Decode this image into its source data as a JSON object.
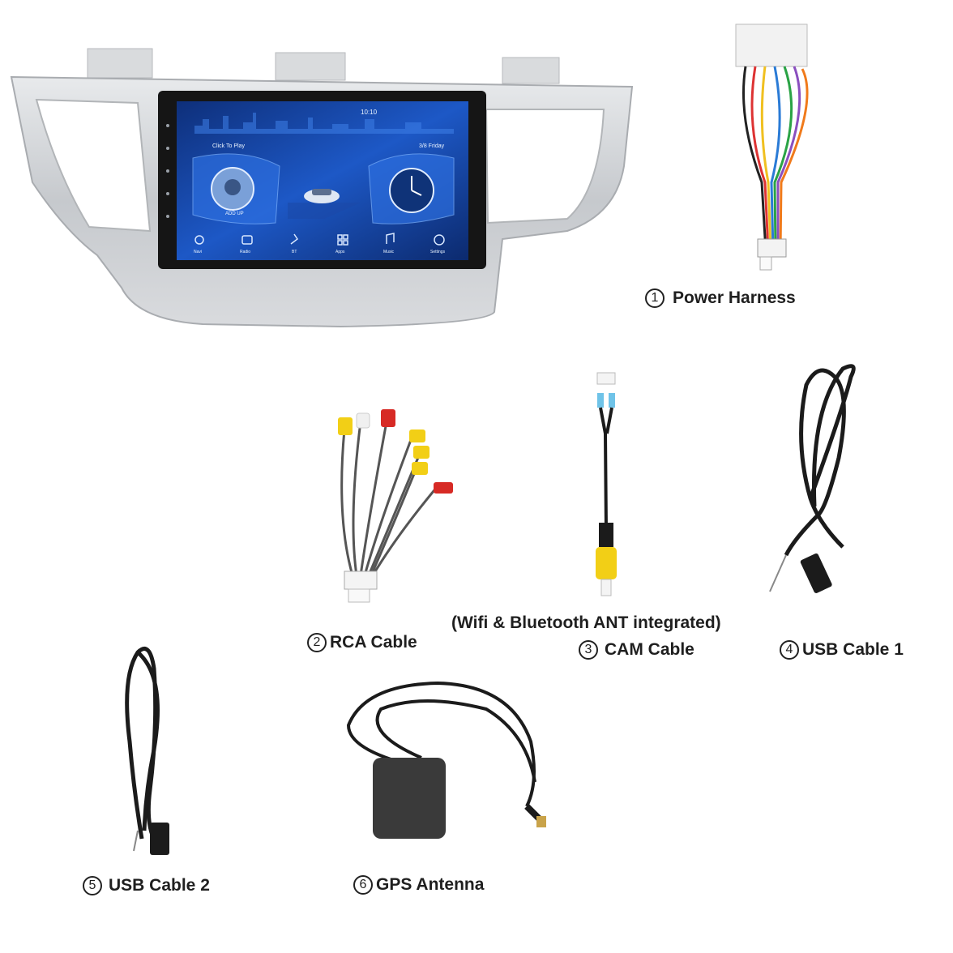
{
  "screen": {
    "time": "10:10",
    "music_title": "Click To Play",
    "date": "3/8 Friday",
    "music_sub": "ADD UP",
    "apps": [
      "Navi",
      "Radio",
      "BT",
      "Apps",
      "Music",
      "Settings"
    ]
  },
  "items": [
    {
      "num": "1",
      "label": "Power Harness"
    },
    {
      "num": "2",
      "label": "RCA Cable"
    },
    {
      "num": "3",
      "label": "CAM Cable"
    },
    {
      "num": "4",
      "label": "USB Cable 1"
    },
    {
      "num": "5",
      "label": "USB Cable 2"
    },
    {
      "num": "6",
      "label": "GPS Antenna"
    }
  ],
  "cam_note": "(Wifi & Bluetooth ANT integrated)",
  "colors": {
    "bezel": "#c9ccd0",
    "screen": "#1d4fb8",
    "rca_red": "#d72a25",
    "rca_yellow": "#f2cf16",
    "cable": "#1b1b1b"
  }
}
